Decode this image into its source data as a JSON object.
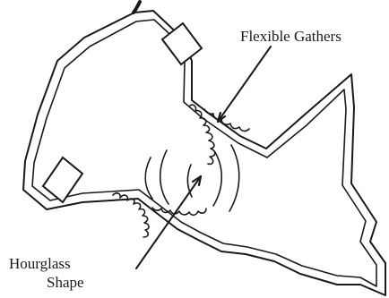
{
  "labels": {
    "flexible_gathers": "Flexible Gathers",
    "hourglass_line1": "Hourglass",
    "hourglass_line2": "Shape"
  }
}
